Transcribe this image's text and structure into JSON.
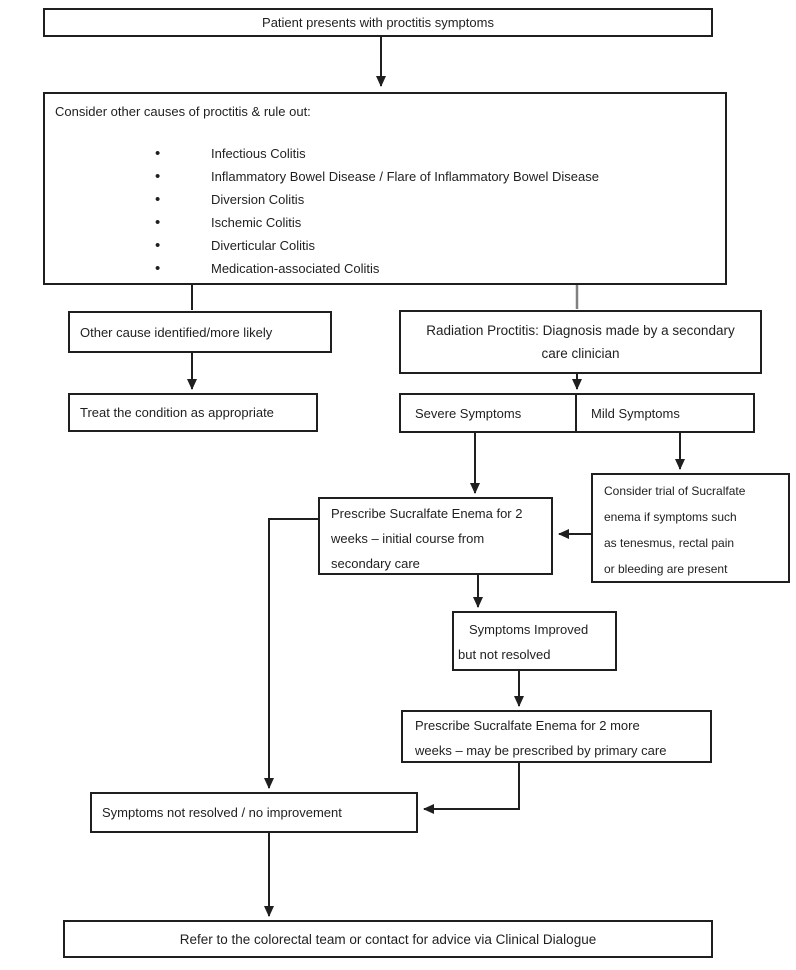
{
  "nodes": {
    "start": {
      "text": "Patient presents with proctitis symptoms"
    },
    "rule_out": {
      "title": "Consider other causes of proctitis & rule out:",
      "bullets": [
        "Infectious Colitis",
        "Inflammatory Bowel Disease / Flare of Inflammatory Bowel Disease",
        "Diversion Colitis",
        "Ischemic Colitis",
        "Diverticular Colitis",
        "Medication-associated Colitis"
      ]
    },
    "other_cause": {
      "text": "Other cause identified/more likely"
    },
    "treat": {
      "text": "Treat the condition as appropriate"
    },
    "radiation": {
      "lines": [
        "Radiation Proctitis: Diagnosis made by a secondary",
        "care clinician"
      ]
    },
    "severe": {
      "text": "Severe Symptoms"
    },
    "mild": {
      "text": "Mild Symptoms"
    },
    "prescribe_initial": {
      "lines": [
        "Prescribe Sucralfate Enema for 2",
        "weeks – initial course from",
        "secondary care"
      ]
    },
    "consider_trial": {
      "lines": [
        "Consider trial of Sucralfate",
        "enema if symptoms such",
        "as tenesmus, rectal pain",
        "or bleeding are present"
      ]
    },
    "improved": {
      "lines": [
        "Symptoms Improved",
        "but not resolved"
      ]
    },
    "prescribe_more": {
      "lines": [
        "Prescribe Sucralfate Enema for 2 more",
        "weeks – may be prescribed by primary care"
      ]
    },
    "not_resolved": {
      "text": "Symptoms not resolved / no improvement"
    },
    "refer": {
      "text": "Refer to the colorectal team or contact for advice via Clinical Dialogue"
    }
  },
  "colors": {
    "box_border": "#1f1f1f",
    "text": "#1f1f1f",
    "connector": "#1f1f1f",
    "connector_gray": "#808080",
    "background": "#ffffff"
  }
}
